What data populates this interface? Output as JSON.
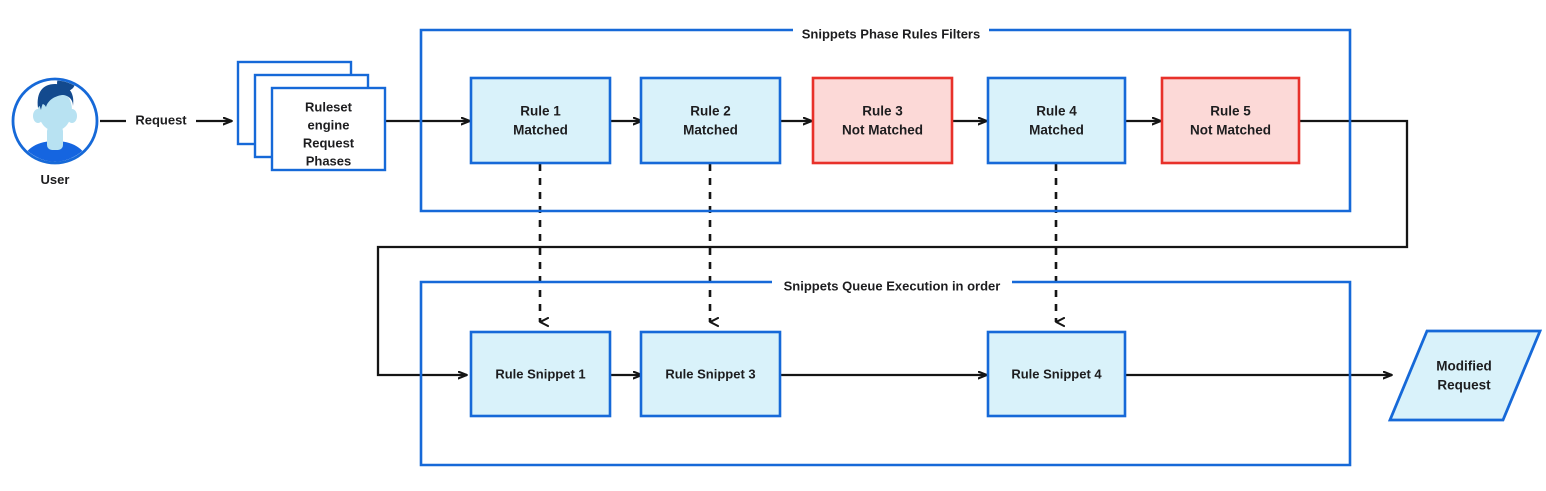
{
  "colors": {
    "blue_stroke": "#1669d8",
    "blue_fill": "#d9f2fa",
    "red_stroke": "#e8312a",
    "red_fill": "#fcd9d7",
    "black": "#151515",
    "white": "#ffffff",
    "avatar_hair": "#134a8e",
    "avatar_skin": "#b8e2f2",
    "avatar_shirt": "#1565e0",
    "avatar_ring": "#1669d8",
    "text": "#1d1d1f"
  },
  "actor": {
    "icon": "user-avatar-icon",
    "label": "User"
  },
  "edges": {
    "request_label": "Request"
  },
  "ruleset": {
    "icon": "stacked-cards-icon",
    "lines": [
      "Ruleset",
      "engine",
      "Request",
      "Phases"
    ]
  },
  "groups": {
    "phase": {
      "title": "Snippets Phase Rules Filters"
    },
    "queue": {
      "title": "Snippets Queue Execution in order"
    }
  },
  "rules": [
    {
      "id": "rule-1",
      "title": "Rule 1",
      "status": "Matched",
      "state": "matched"
    },
    {
      "id": "rule-2",
      "title": "Rule 2",
      "status": "Matched",
      "state": "matched"
    },
    {
      "id": "rule-3",
      "title": "Rule 3",
      "status": "Not Matched",
      "state": "not-matched"
    },
    {
      "id": "rule-4",
      "title": "Rule 4",
      "status": "Matched",
      "state": "matched"
    },
    {
      "id": "rule-5",
      "title": "Rule 5",
      "status": "Not Matched",
      "state": "not-matched"
    }
  ],
  "snippets": [
    {
      "id": "snippet-1",
      "label": "Rule Snippet 1"
    },
    {
      "id": "snippet-3",
      "label": "Rule Snippet 3"
    },
    {
      "id": "snippet-4",
      "label": "Rule Snippet 4"
    }
  ],
  "output": {
    "id": "modified-request",
    "lines": [
      "Modified",
      "Request"
    ]
  }
}
